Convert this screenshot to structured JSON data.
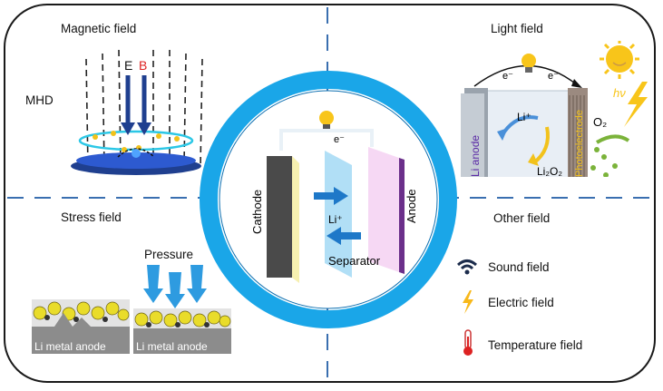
{
  "quadrants": {
    "magnetic": {
      "title": "Magnetic field",
      "mhd_label": "MHD",
      "e_label": "E",
      "b_label": "B"
    },
    "light": {
      "title": "Light field",
      "anode_label": "Li anode",
      "photo_label": "Photoelectrode",
      "electron_left": "e⁻",
      "electron_right": "e⁻",
      "li_ion": "Li⁺",
      "product": "Li₂O₂",
      "oxygen": "O₂",
      "hv": "hν"
    },
    "stress": {
      "title": "Stress field",
      "pressure_label": "Pressure",
      "anode_left": "Li metal anode",
      "anode_right": "Li metal anode"
    },
    "other": {
      "title": "Other field",
      "items": [
        {
          "label": "Sound field",
          "icon": "wifi-icon"
        },
        {
          "label": "Electric field",
          "icon": "lightning-icon"
        },
        {
          "label": "Temperature field",
          "icon": "thermometer-icon"
        }
      ]
    }
  },
  "center": {
    "cathode": "Cathode",
    "anode": "Anode",
    "separator": "Separator",
    "li_ion": "Li⁺",
    "electron": "e⁻"
  },
  "colors": {
    "ring": "#1aa6e8",
    "dash": "#3a6fb0",
    "cathode": "#4a4a4a",
    "anode_face": "#f6d8f4",
    "anode_edge": "#6b2f8a",
    "separator": "#a8dcf5"
  }
}
